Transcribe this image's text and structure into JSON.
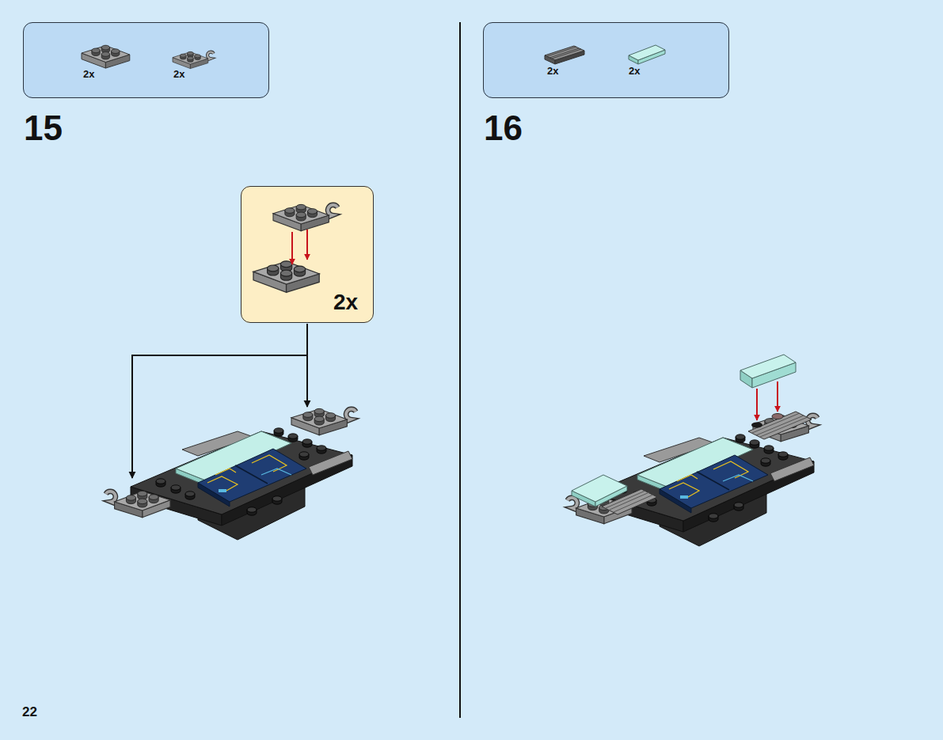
{
  "diagram": {
    "nodes": [
      {
        "text": [
          "2x",
          "2x"
        ]
      },
      {
        "text": [
          "2x"
        ]
      },
      {
        "text": [
          "2x",
          "2x"
        ]
      }
    ],
    "labels": [
      "15",
      "16",
      "22"
    ]
  }
}
